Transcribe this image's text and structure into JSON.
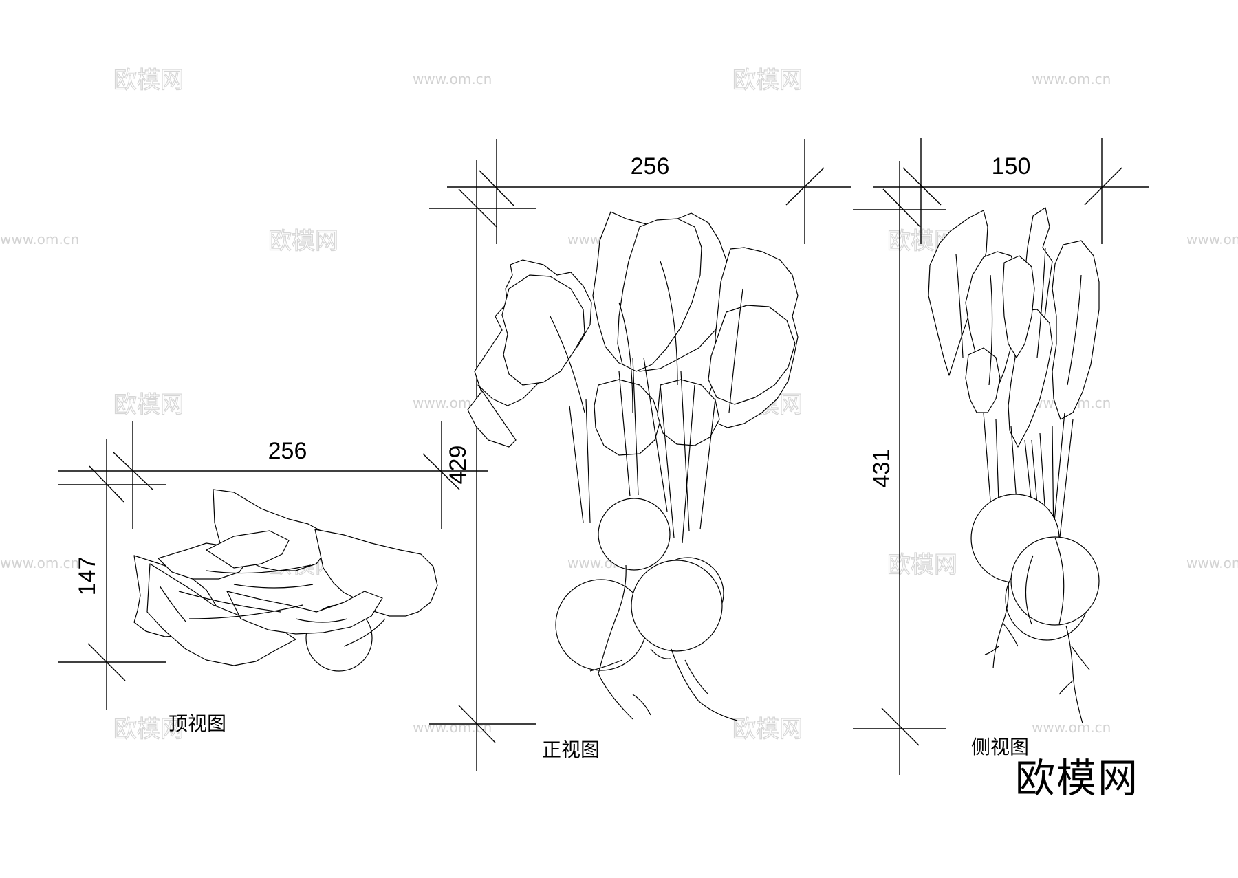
{
  "watermark": {
    "name": "欧模网",
    "url": "www.om.cn"
  },
  "brand": "欧模网",
  "views": {
    "top": {
      "caption": "顶视图",
      "width": "256",
      "height": "147"
    },
    "front": {
      "caption": "正视图",
      "width": "256",
      "height": "429"
    },
    "side": {
      "caption": "侧视图",
      "width": "150",
      "height": "431"
    }
  }
}
